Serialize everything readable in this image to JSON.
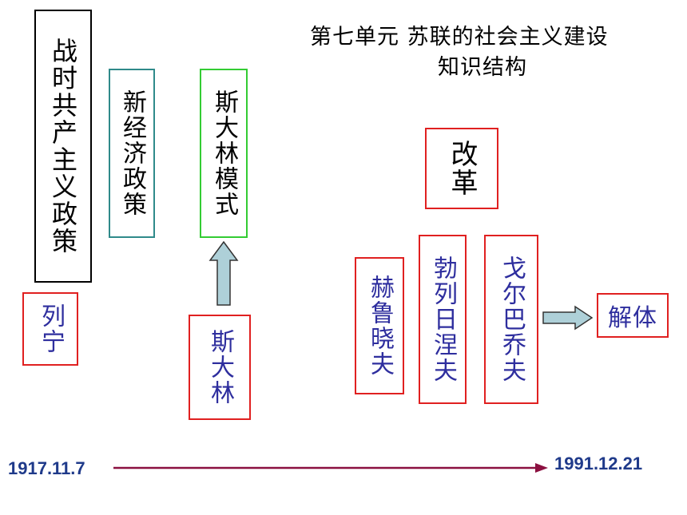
{
  "title": {
    "line1": "第七单元  苏联的社会主义建设",
    "line2": "知识结构"
  },
  "boxes": {
    "war_communism": "战时共产主义政策",
    "nep": "新经济政策",
    "stalin_model": "斯大林模式",
    "lenin": "列宁",
    "stalin": "斯大林",
    "reform": "改革",
    "khrushchev": "赫鲁晓夫",
    "brezhnev": "勃列日涅夫",
    "gorbachev": "戈尔巴乔夫",
    "dissolution": "解体"
  },
  "timeline": {
    "start": "1917.11.7",
    "end": "1991.12.21"
  },
  "colors": {
    "black_border": "#000000",
    "teal_border": "#2f8a8a",
    "green_border": "#33cc33",
    "red_border": "#e02020",
    "arrow_fill": "#aed0d8",
    "timeline": "#8b1040",
    "date_text": "#1f3a8a",
    "name_text": "#2e2e9e"
  }
}
